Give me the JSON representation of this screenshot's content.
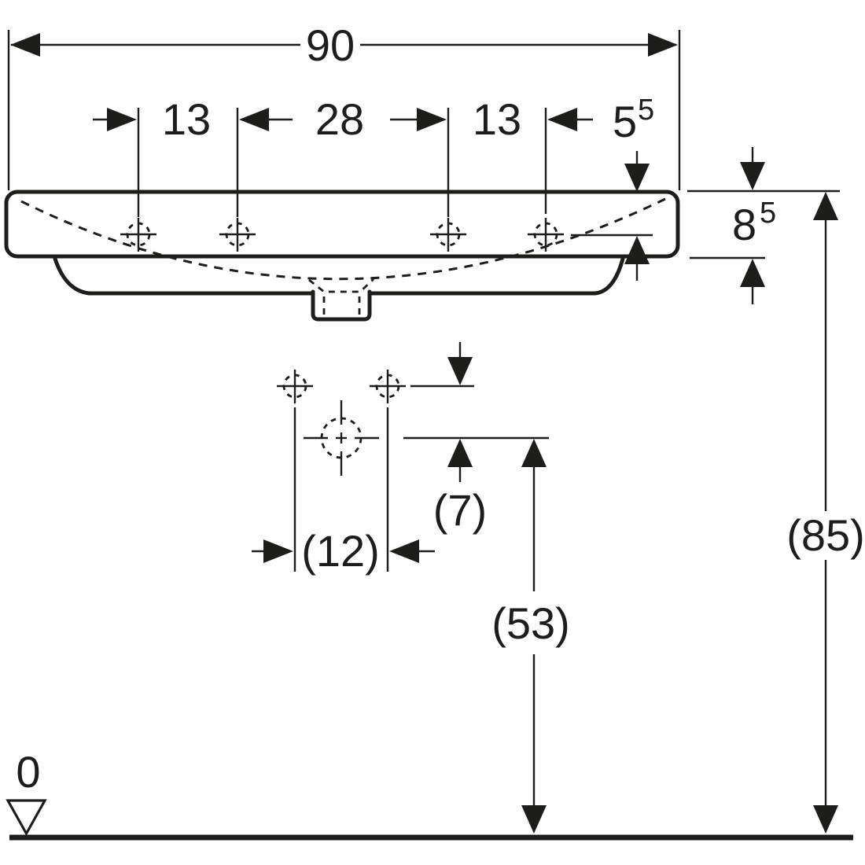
{
  "drawing": {
    "type": "washbasin-technical-dimension-drawing",
    "ink_color": "#1d1d1b",
    "background_color": "#ffffff",
    "dimensions": {
      "overall_width": "90",
      "tap_hole_spacing": [
        "13",
        "28",
        "13"
      ],
      "tap_hole_offset_from_rim": {
        "value": "5",
        "superscript": "5"
      },
      "rim_edge_height": {
        "value": "8",
        "superscript": "5"
      },
      "tap_hole_to_drain_offset": "(7)",
      "drain_hole_spacing": "(12)",
      "drain_center_height": "(53)",
      "rim_top_height": "(85)",
      "floor_datum": "0"
    }
  }
}
